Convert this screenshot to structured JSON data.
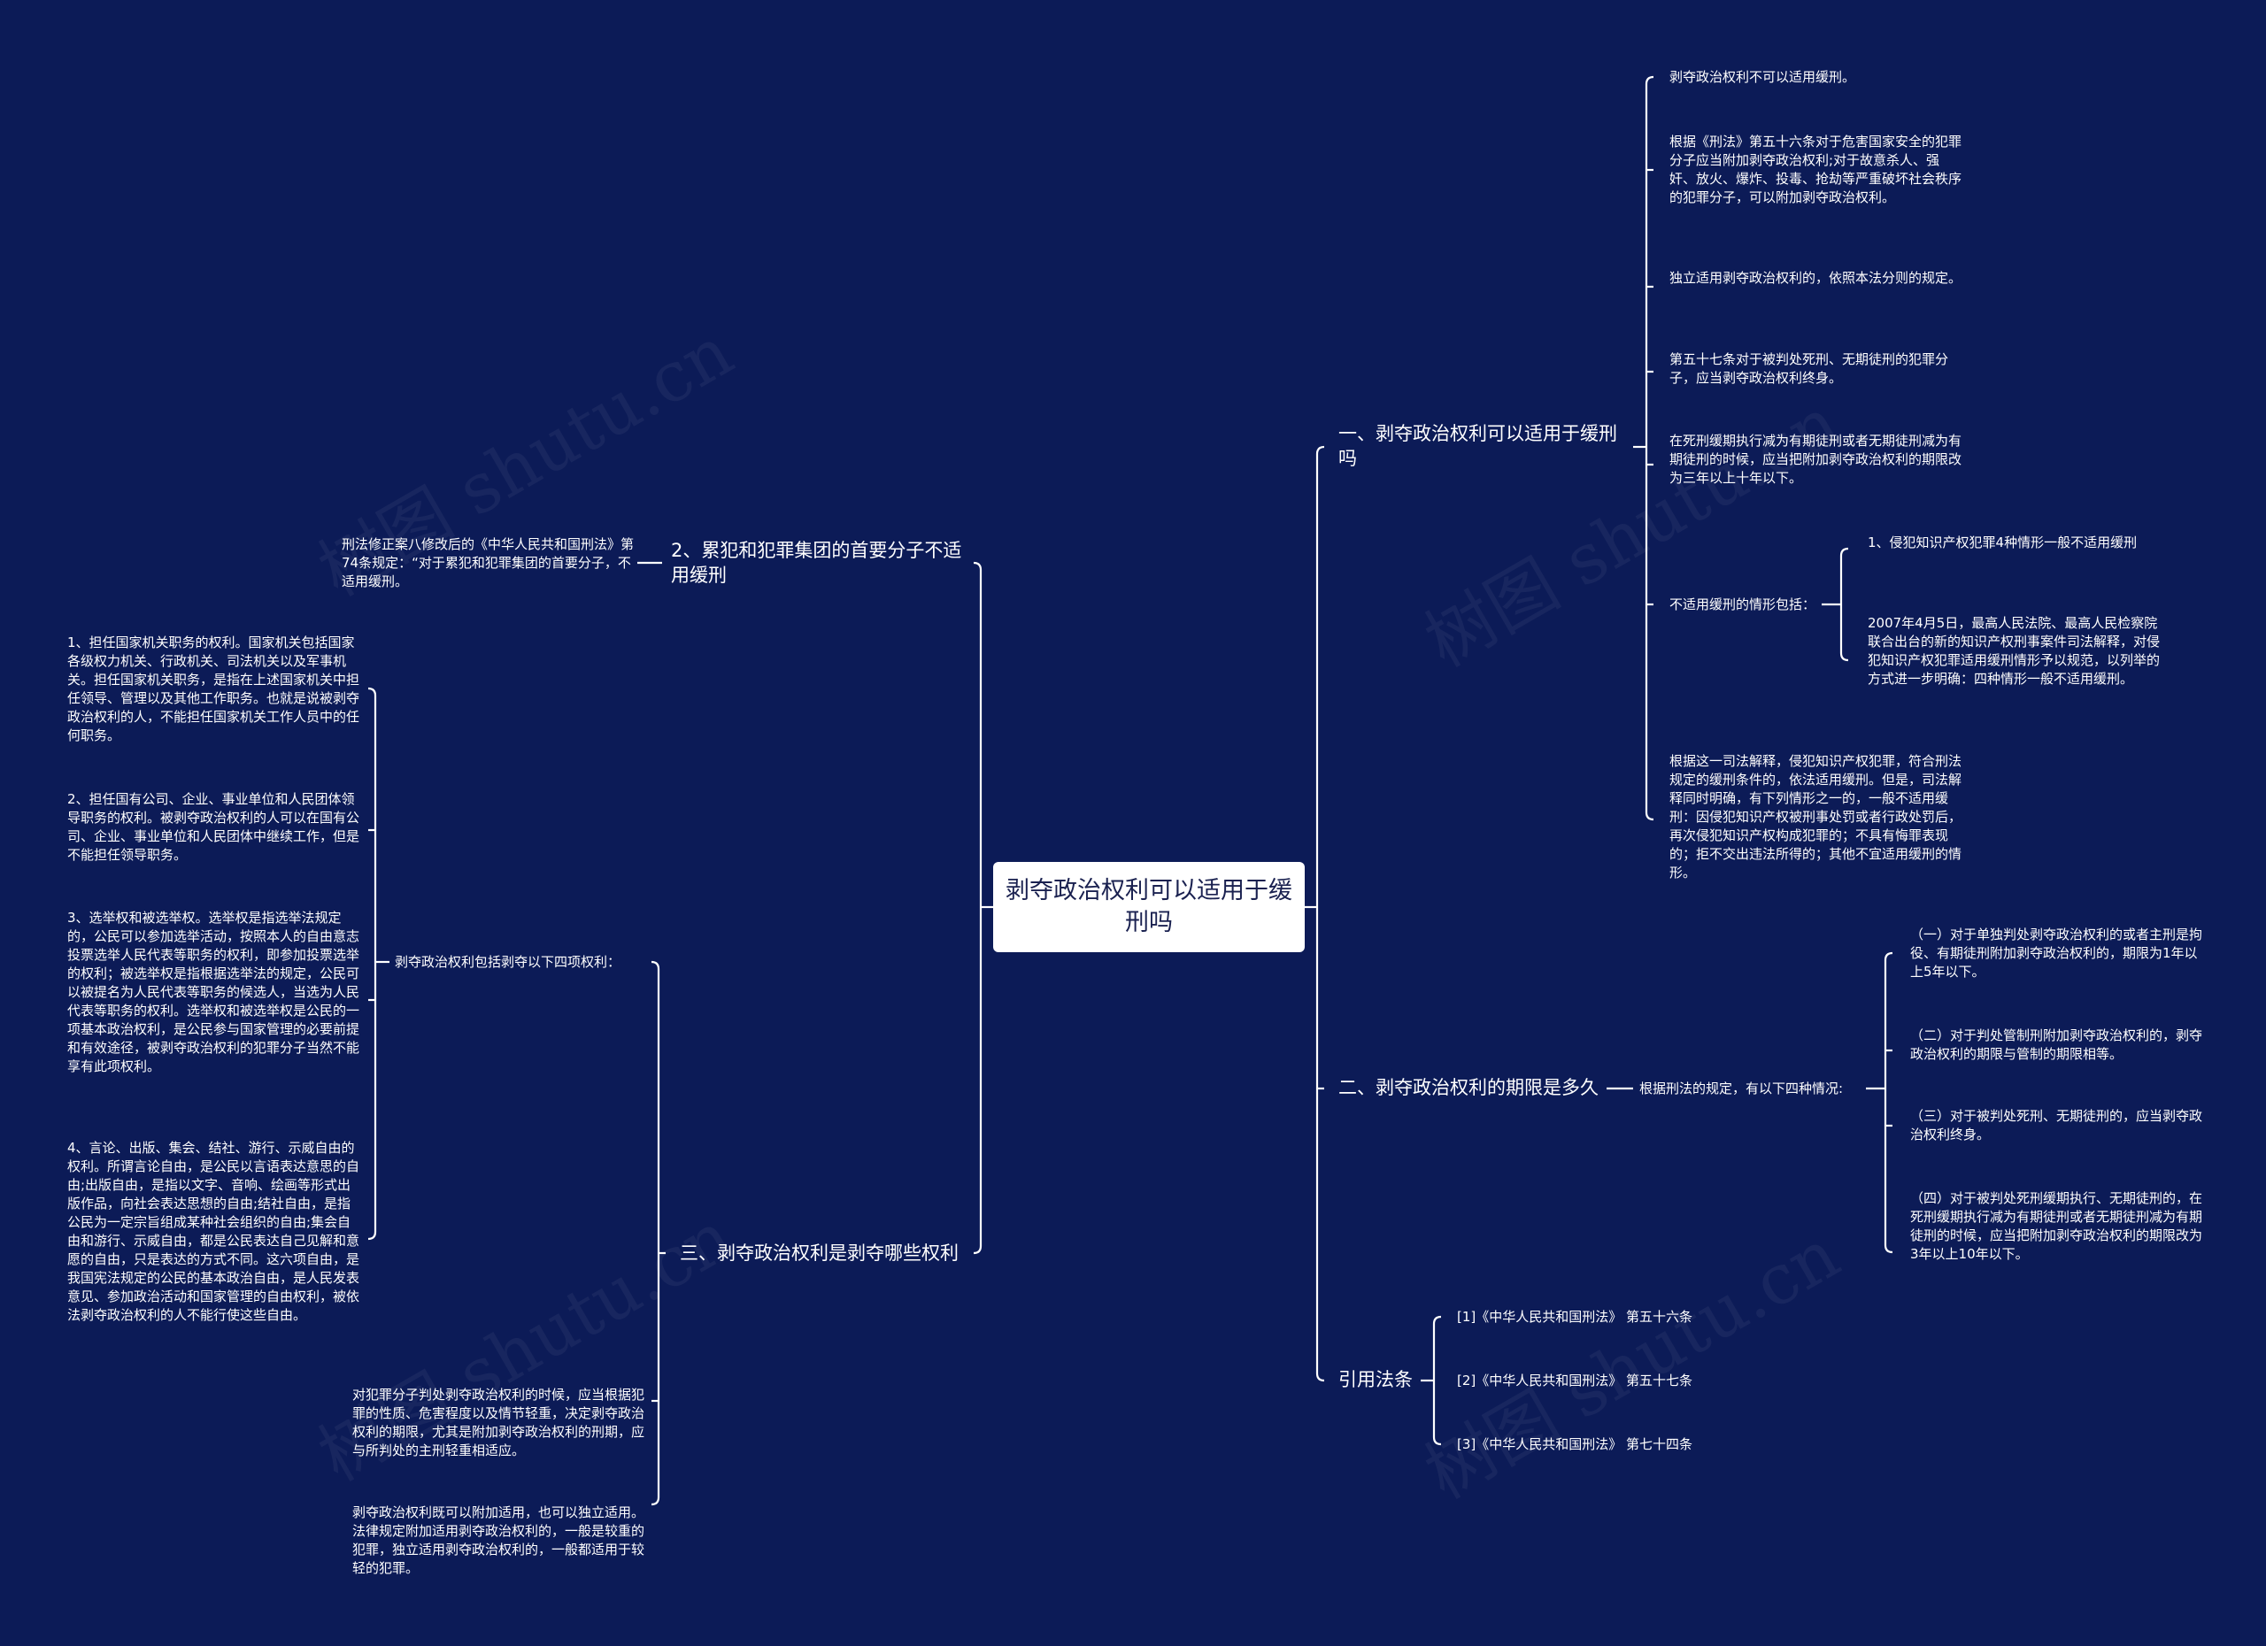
{
  "watermark": "树图 shutu.cn",
  "root": "剥夺政治权利可以适用于缓刑吗",
  "branches": {
    "b1": {
      "title": "一、剥夺政治权利可以适用于缓刑吗",
      "items": [
        "剥夺政治权利不可以适用缓刑。",
        "根据《刑法》第五十六条对于危害国家安全的犯罪分子应当附加剥夺政治权利;对于故意杀人、强奸、放火、爆炸、投毒、抢劫等严重破坏社会秩序的犯罪分子，可以附加剥夺政治权利。",
        "独立适用剥夺政治权利的，依照本法分则的规定。",
        "第五十七条对于被判处死刑、无期徒刑的犯罪分子，应当剥夺政治权利终身。",
        "在死刑缓期执行减为有期徒刑或者无期徒刑减为有期徒刑的时候，应当把附加剥夺政治权利的期限改为三年以上十年以下。",
        "不适用缓刑的情形包括：",
        "根据这一司法解释，侵犯知识产权犯罪，符合刑法规定的缓刑条件的，依法适用缓刑。但是，司法解释同时明确，有下列情形之一的，一般不适用缓刑：因侵犯知识产权被刑事处罚或者行政处罚后，再次侵犯知识产权构成犯罪的；不具有悔罪表现的；拒不交出违法所得的；其他不宜适用缓刑的情形。"
      ],
      "sub": [
        "1、侵犯知识产权犯罪4种情形一般不适用缓刑",
        "2007年4月5日，最高人民法院、最高人民检察院联合出台的新的知识产权刑事案件司法解释，对侵犯知识产权犯罪适用缓刑情形予以规范，以列举的方式进一步明确：四种情形一般不适用缓刑。"
      ]
    },
    "b2": {
      "title": "二、剥夺政治权利的期限是多久",
      "mid": "根据刑法的规定，有以下四种情况:",
      "items": [
        "（一）对于单独判处剥夺政治权利的或者主刑是拘役、有期徒刑附加剥夺政治权利的，期限为1年以上5年以下。",
        "（二）对于判处管制刑附加剥夺政治权利的，剥夺政治权利的期限与管制的期限相等。",
        "（三）对于被判处死刑、无期徒刑的，应当剥夺政治权利终身。",
        "（四）对于被判处死刑缓期执行、无期徒刑的，在死刑缓期执行减为有期徒刑或者无期徒刑减为有期徒刑的时候，应当把附加剥夺政治权利的期限改为3年以上10年以下。"
      ]
    },
    "b3": {
      "title": "引用法条",
      "items": [
        "[1]《中华人民共和国刑法》 第五十六条",
        "[2]《中华人民共和国刑法》 第五十七条",
        "[3]《中华人民共和国刑法》 第七十四条"
      ]
    },
    "b4": {
      "title": "2、累犯和犯罪集团的首要分子不适用缓刑",
      "item": "刑法修正案八修改后的《中华人民共和国刑法》第74条规定：“对于累犯和犯罪集团的首要分子，不适用缓刑。"
    },
    "b5": {
      "title": "三、剥夺政治权利是剥夺哪些权利",
      "mid": "剥夺政治权利包括剥夺以下四项权利：",
      "items": [
        "1、担任国家机关职务的权利。国家机关包括国家各级权力机关、行政机关、司法机关以及军事机关。担任国家机关职务，是指在上述国家机关中担任领导、管理以及其他工作职务。也就是说被剥夺政治权利的人，不能担任国家机关工作人员中的任何职务。",
        "2、担任国有公司、企业、事业单位和人民团体领导职务的权利。被剥夺政治权利的人可以在国有公司、企业、事业单位和人民团体中继续工作，但是不能担任领导职务。",
        "3、选举权和被选举权。选举权是指选举法规定的，公民可以参加选举活动，按照本人的自由意志投票选举人民代表等职务的权利，即参加投票选举的权利；被选举权是指根据选举法的规定，公民可以被提名为人民代表等职务的候选人，当选为人民代表等职务的权利。选举权和被选举权是公民的一项基本政治权利，是公民参与国家管理的必要前提和有效途径，被剥夺政治权利的犯罪分子当然不能享有此项权利。",
        "4、言论、出版、集会、结社、游行、示威自由的权利。所谓言论自由，是公民以言语表达意思的自由;出版自由，是指以文字、音响、绘画等形式出版作品，向社会表达思想的自由;结社自由，是指公民为一定宗旨组成某种社会组织的自由;集会自由和游行、示威自由，都是公民表达自己见解和意愿的自由，只是表达的方式不同。这六项自由，是我国宪法规定的公民的基本政治自由，是人民发表意见、参加政治活动和国家管理的自由权利，被依法剥夺政治权利的人不能行使这些自由。"
      ],
      "extra": [
        "对犯罪分子判处剥夺政治权利的时候，应当根据犯罪的性质、危害程度以及情节轻重，决定剥夺政治权利的期限，尤其是附加剥夺政治权利的刑期，应与所判处的主刑轻重相适应。",
        "剥夺政治权利既可以附加适用，也可以独立适用。法律规定附加适用剥夺政治权利的，一般是较重的犯罪，独立适用剥夺政治权利的，一般都适用于较轻的犯罪。"
      ]
    }
  }
}
